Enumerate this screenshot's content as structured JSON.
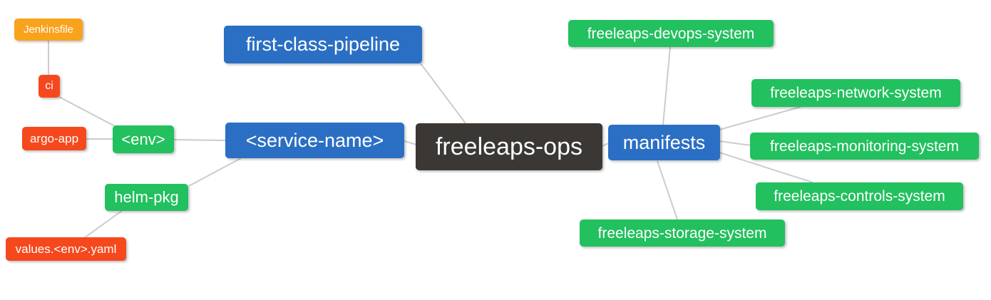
{
  "diagram": {
    "type": "mindmap",
    "background_color": "#FFFFFF",
    "edge_color": "#CCCCCC",
    "palette": {
      "orange": "#F9A21B",
      "red": "#F5491D",
      "green": "#22C05E",
      "blue": "#2B6FC4",
      "dark": "#3B3734",
      "node_text": "#FFFFFF"
    },
    "nodes": [
      {
        "id": "jenkinsfile",
        "label": "Jenkinsfile",
        "color": "#F9A21B"
      },
      {
        "id": "ci",
        "label": "ci",
        "color": "#F5491D"
      },
      {
        "id": "argo-app",
        "label": "argo-app",
        "color": "#F5491D"
      },
      {
        "id": "env",
        "label": "<env>",
        "color": "#22C05E"
      },
      {
        "id": "helm-pkg",
        "label": "helm-pkg",
        "color": "#22C05E"
      },
      {
        "id": "values-env-yaml",
        "label": "values.<env>.yaml",
        "color": "#F5491D"
      },
      {
        "id": "first-class-pipeline",
        "label": "first-class-pipeline",
        "color": "#2B6FC4"
      },
      {
        "id": "service-name",
        "label": "<service-name>",
        "color": "#2B6FC4"
      },
      {
        "id": "freeleaps-ops",
        "label": "freeleaps-ops",
        "color": "#3B3734"
      },
      {
        "id": "manifests",
        "label": "manifests",
        "color": "#2B6FC4"
      },
      {
        "id": "devops-system",
        "label": "freeleaps-devops-system",
        "color": "#22C05E"
      },
      {
        "id": "network-system",
        "label": "freeleaps-network-system",
        "color": "#22C05E"
      },
      {
        "id": "monitoring-system",
        "label": "freeleaps-monitoring-system",
        "color": "#22C05E"
      },
      {
        "id": "controls-system",
        "label": "freeleaps-controls-system",
        "color": "#22C05E"
      },
      {
        "id": "storage-system",
        "label": "freeleaps-storage-system",
        "color": "#22C05E"
      }
    ],
    "edges": [
      {
        "from": "jenkinsfile",
        "to": "ci"
      },
      {
        "from": "ci",
        "to": "env"
      },
      {
        "from": "argo-app",
        "to": "env"
      },
      {
        "from": "env",
        "to": "service-name"
      },
      {
        "from": "service-name",
        "to": "helm-pkg"
      },
      {
        "from": "helm-pkg",
        "to": "values-env-yaml"
      },
      {
        "from": "first-class-pipeline",
        "to": "freeleaps-ops"
      },
      {
        "from": "service-name",
        "to": "freeleaps-ops"
      },
      {
        "from": "freeleaps-ops",
        "to": "manifests"
      },
      {
        "from": "manifests",
        "to": "devops-system"
      },
      {
        "from": "manifests",
        "to": "network-system"
      },
      {
        "from": "manifests",
        "to": "monitoring-system"
      },
      {
        "from": "manifests",
        "to": "controls-system"
      },
      {
        "from": "manifests",
        "to": "storage-system"
      }
    ]
  }
}
